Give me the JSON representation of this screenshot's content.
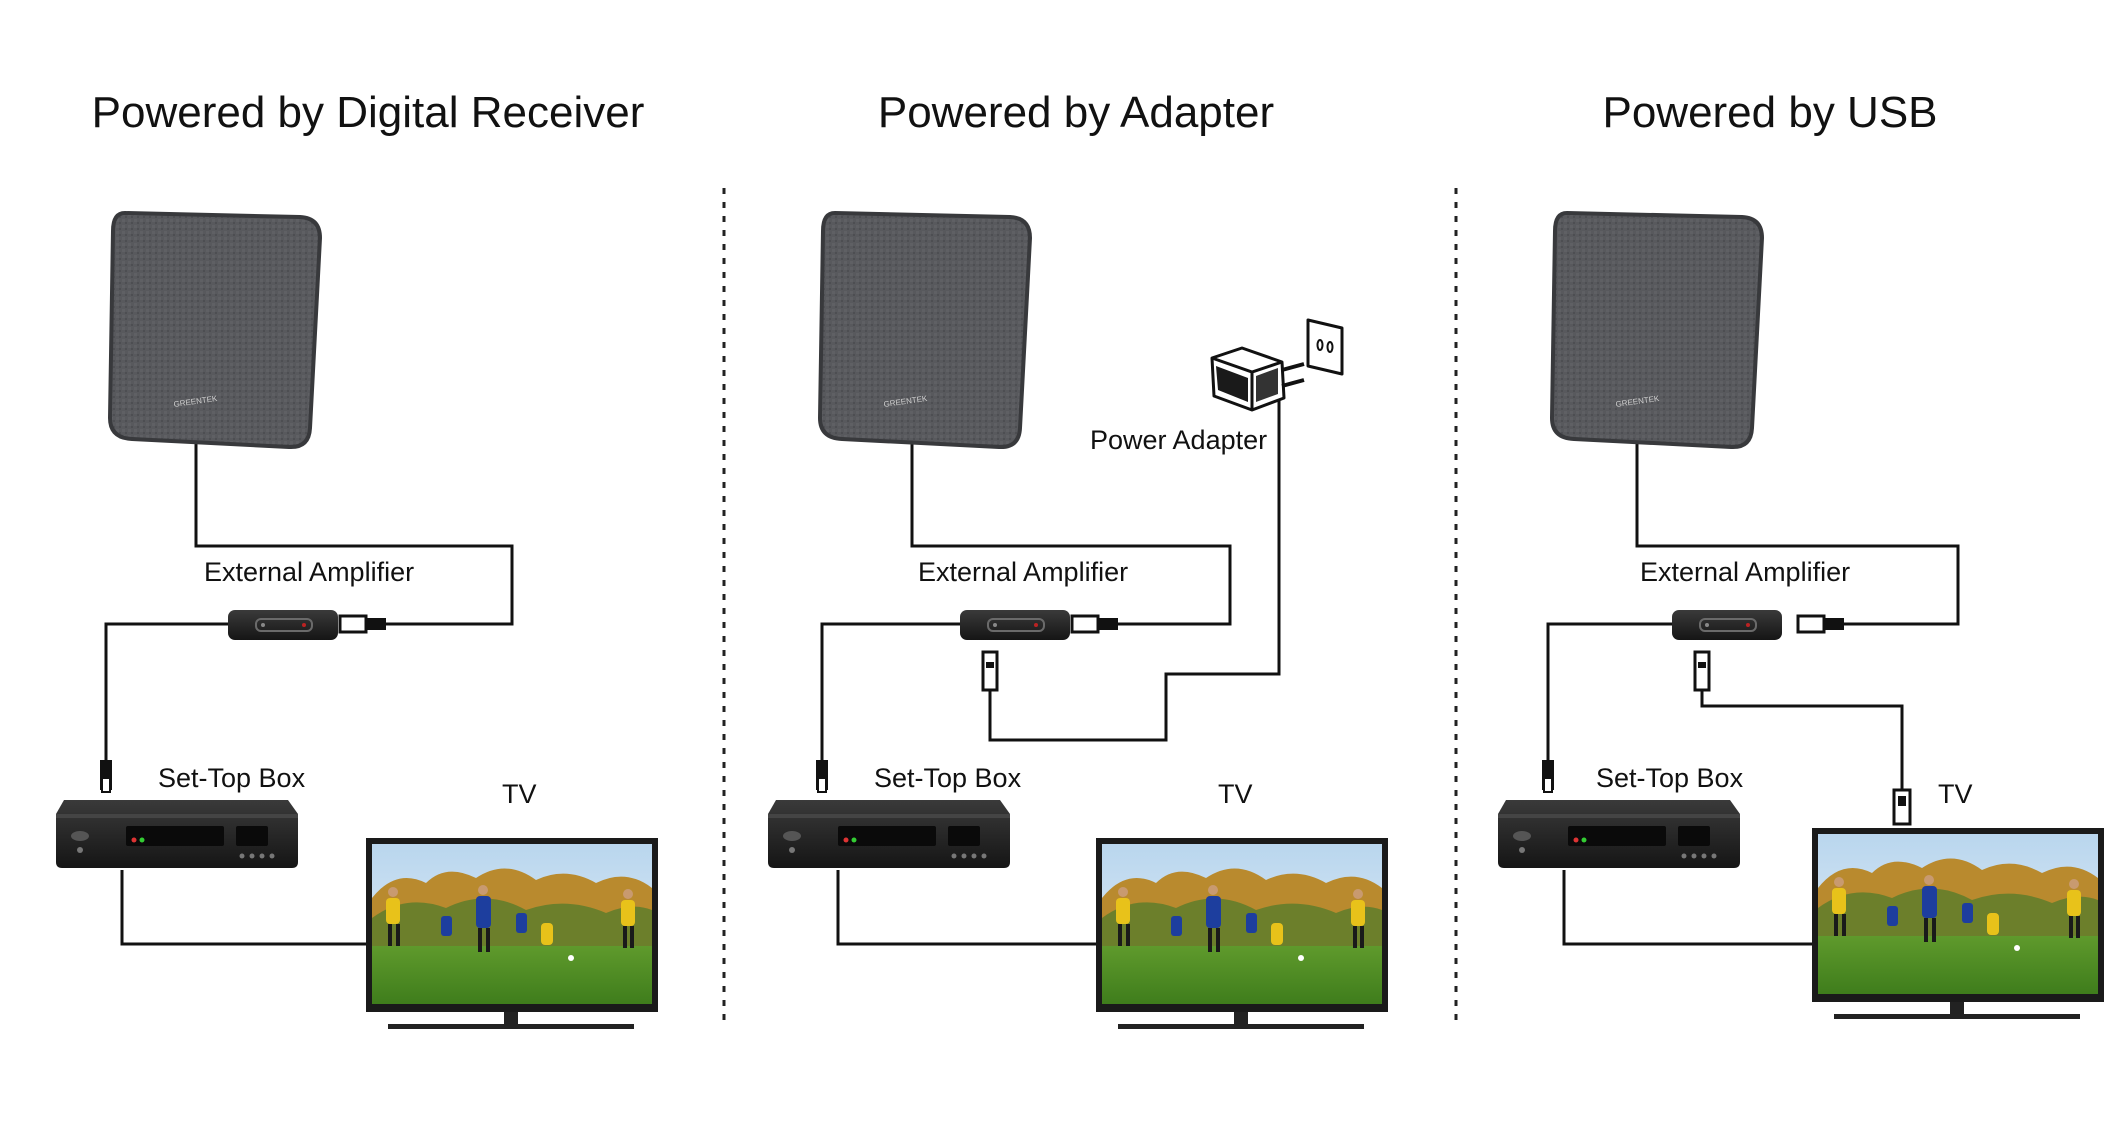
{
  "panels": [
    {
      "title": "Powered by Digital Receiver",
      "labels": {
        "amplifier": "External Amplifier",
        "settop": "Set-Top Box",
        "tv": "TV"
      },
      "power_source": "receiver"
    },
    {
      "title": "Powered by Adapter",
      "labels": {
        "amplifier": "External Amplifier",
        "settop": "Set-Top Box",
        "tv": "TV",
        "adapter": "Power Adapter"
      },
      "power_source": "adapter"
    },
    {
      "title": "Powered by USB",
      "labels": {
        "amplifier": "External Amplifier",
        "settop": "Set-Top Box",
        "tv": "TV"
      },
      "power_source": "usb"
    }
  ],
  "antenna_brand": "GREENTEK",
  "colors": {
    "antenna": "#55565a",
    "cable": "#111111",
    "device": "#1c1c1c",
    "divider": "#222222"
  },
  "icons": [
    "flat-antenna-icon",
    "amplifier-icon",
    "set-top-box-icon",
    "television-icon",
    "power-adapter-icon",
    "wall-socket-icon",
    "usb-plug-icon"
  ]
}
